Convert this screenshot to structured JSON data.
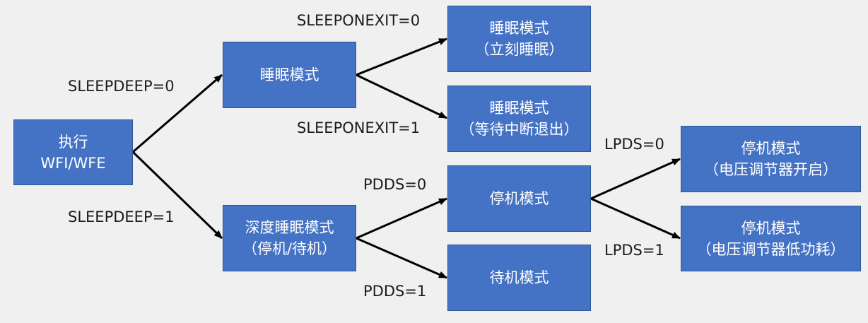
{
  "colors": {
    "background": "#f0f0f0",
    "box_fill": "#4472c4",
    "box_border": "#2f5597",
    "box_text": "#ffffff",
    "arrow": "#000000",
    "label_text": "#1a1a1a"
  },
  "nodes": {
    "exec": {
      "line1": "执行",
      "line2": "WFI/WFE"
    },
    "sleep": {
      "line1": "睡眠模式"
    },
    "sleep_now": {
      "line1": "睡眠模式",
      "line2": "（立刻睡眠）"
    },
    "sleep_exit": {
      "line1": "睡眠模式",
      "line2": "（等待中断退出）"
    },
    "deepsleep": {
      "line1": "深度睡眠模式",
      "line2": "（停机/待机）"
    },
    "stop": {
      "line1": "停机模式"
    },
    "standby": {
      "line1": "待机模式"
    },
    "stop_on": {
      "line1": "停机模式",
      "line2": "（电压调节器开启）"
    },
    "stop_lp": {
      "line1": "停机模式",
      "line2": "（电压调节器低功耗）"
    }
  },
  "edge_labels": {
    "sleepdeep_0": "SLEEPDEEP=0",
    "sleepdeep_1": "SLEEPDEEP=1",
    "sleeponexit_0": "SLEEPONEXIT=0",
    "sleeponexit_1": "SLEEPONEXIT=1",
    "pdds_0": "PDDS=0",
    "pdds_1": "PDDS=1",
    "lpds_0": "LPDS=0",
    "lpds_1": "LPDS=1"
  }
}
